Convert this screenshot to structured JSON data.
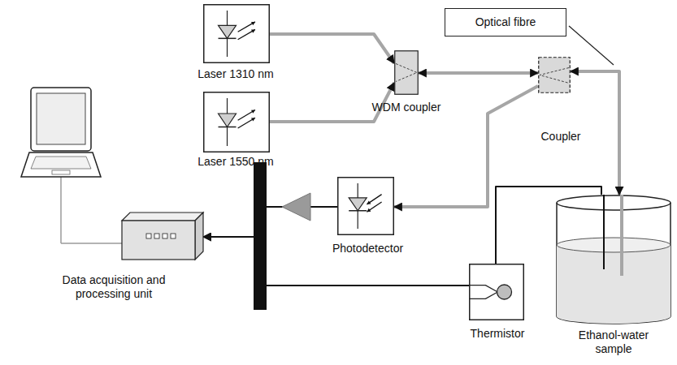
{
  "diagram": {
    "nodes": [
      {
        "text": [
          "Laser 1310 nm"
        ]
      },
      {
        "text": [
          "Laser 1550 nm"
        ]
      },
      {
        "text": [
          "WDM coupler"
        ]
      },
      {
        "text": [
          "Optical fibre"
        ]
      },
      {
        "text": [
          "Coupler"
        ]
      },
      {
        "text": [
          "Photodetector"
        ]
      },
      {
        "text": [
          "Data acquisition and processing unit"
        ]
      },
      {
        "text": [
          "Thermistor"
        ]
      },
      {
        "text": [
          "Ethanol-water sample"
        ]
      }
    ],
    "edges": [
      {
        "from": 0,
        "to": 2,
        "arrow": "to"
      },
      {
        "from": 1,
        "to": 2,
        "arrow": "to"
      },
      {
        "from": 2,
        "to": 4,
        "arrow": "both"
      },
      {
        "from": 4,
        "to": 8,
        "arrow": "both"
      },
      {
        "from": 4,
        "to": 5,
        "arrow": "to"
      },
      {
        "from": 5,
        "to": 6,
        "arrow": "to"
      },
      {
        "from": 7,
        "to": 6,
        "arrow": "to"
      },
      {
        "from": 8,
        "to": 7,
        "arrow": "none"
      }
    ]
  }
}
